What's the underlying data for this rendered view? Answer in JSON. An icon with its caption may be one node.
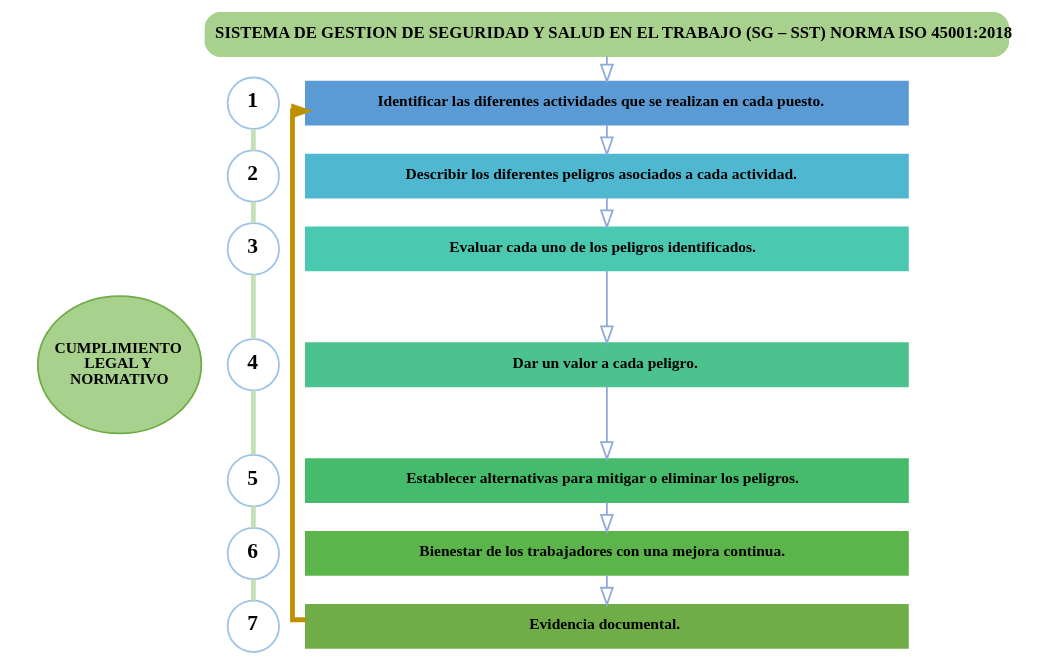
{
  "diagram": {
    "nodes": [
      {
        "text": [
          "SISTEMA DE GESTION DE SEGURIDAD Y SALUD EN EL TRABAJO (SG – SST) NORMA ISO 45001:2018"
        ]
      },
      {
        "text": [
          "1"
        ]
      },
      {
        "text": [
          "Identificar las diferentes actividades que se realizan en cada puesto."
        ]
      },
      {
        "text": [
          "2"
        ]
      },
      {
        "text": [
          "Describir los diferentes peligros asociados a cada actividad."
        ]
      },
      {
        "text": [
          "3"
        ]
      },
      {
        "text": [
          "Evaluar cada uno de los peligros identificados."
        ]
      },
      {
        "text": [
          "4"
        ]
      },
      {
        "text": [
          "Dar un valor a cada peligro."
        ]
      },
      {
        "text": [
          "5"
        ]
      },
      {
        "text": [
          "Establecer alternativas para mitigar o eliminar los peligros."
        ]
      },
      {
        "text": [
          "6"
        ]
      },
      {
        "text": [
          "Bienestar de los trabajadores con una mejora continua."
        ]
      },
      {
        "text": [
          "7"
        ]
      },
      {
        "text": [
          "Evidencia documental."
        ]
      },
      {
        "text": [
          "CUMPLIMIENTO LEGAL Y NORMATIVO"
        ]
      }
    ],
    "edges": [
      {
        "from": 0,
        "to": 2,
        "arrow": "to"
      },
      {
        "from": 2,
        "to": 4,
        "arrow": "to"
      },
      {
        "from": 4,
        "to": 6,
        "arrow": "to"
      },
      {
        "from": 6,
        "to": 8,
        "arrow": "to"
      },
      {
        "from": 8,
        "to": 10,
        "arrow": "to"
      },
      {
        "from": 10,
        "to": 12,
        "arrow": "to"
      },
      {
        "from": 12,
        "to": 14,
        "arrow": "to"
      },
      {
        "from": 14,
        "to": 2,
        "arrow": "to",
        "style": "thick",
        "color": "#bf9000"
      },
      {
        "from": 1,
        "to": 3,
        "arrow": "none",
        "style": "thick",
        "color": "#c5e0b4"
      },
      {
        "from": 3,
        "to": 5,
        "arrow": "none",
        "style": "thick",
        "color": "#c5e0b4"
      },
      {
        "from": 5,
        "to": 7,
        "arrow": "none",
        "style": "thick",
        "color": "#c5e0b4"
      },
      {
        "from": 7,
        "to": 9,
        "arrow": "none",
        "style": "thick",
        "color": "#c5e0b4"
      },
      {
        "from": 9,
        "to": 11,
        "arrow": "none",
        "style": "thick",
        "color": "#c5e0b4"
      },
      {
        "from": 11,
        "to": 13,
        "arrow": "none",
        "style": "thick",
        "color": "#c5e0b4"
      }
    ]
  }
}
